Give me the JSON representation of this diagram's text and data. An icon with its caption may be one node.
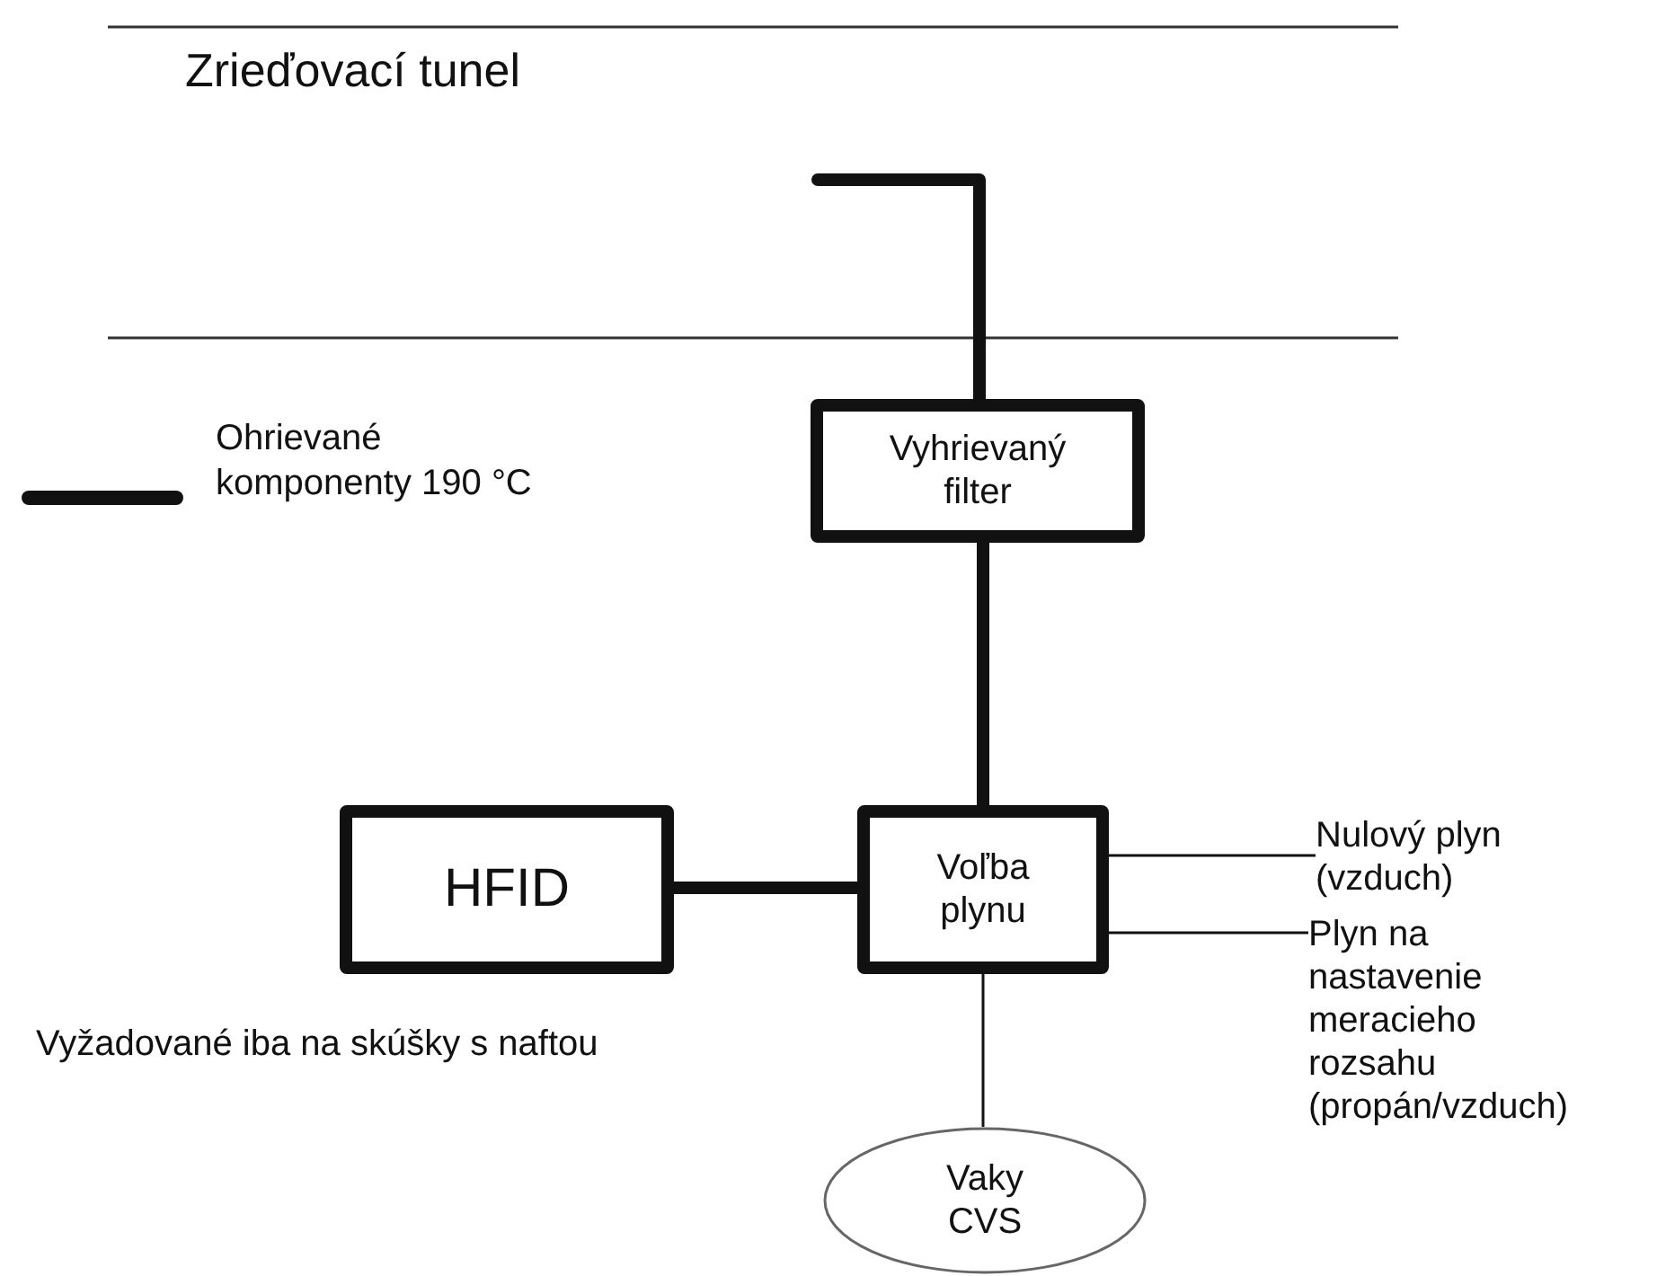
{
  "diagram": {
    "nodes": [
      {
        "text": [
          "Vyhrievaný filter"
        ]
      },
      {
        "text": [
          "HFID"
        ]
      },
      {
        "text": [
          "Voľba plynu"
        ]
      },
      {
        "text": [
          "Nulový plyn (vzduch)"
        ]
      },
      {
        "text": [
          "Plyn na nastavenie meracieho rozsahu (propán/vzduch)"
        ]
      },
      {
        "text": [
          "Vaky CVS"
        ]
      }
    ],
    "edges": [
      {
        "from": null,
        "to": 0,
        "arrow": "none",
        "style": "thick"
      },
      {
        "from": 0,
        "to": 2,
        "arrow": "none",
        "style": "thick"
      },
      {
        "from": 1,
        "to": 2,
        "arrow": "none",
        "style": "thick"
      },
      {
        "from": 2,
        "to": 3,
        "arrow": "none"
      },
      {
        "from": 2,
        "to": 4,
        "arrow": "none"
      },
      {
        "from": 2,
        "to": 5,
        "arrow": "none"
      }
    ],
    "labels": [
      "Zrieďovací tunel",
      "Vyžadované iba na skúšky s naftou"
    ],
    "legend": [
      {
        "text": "Ohrievané komponenty 190 °C"
      }
    ]
  }
}
